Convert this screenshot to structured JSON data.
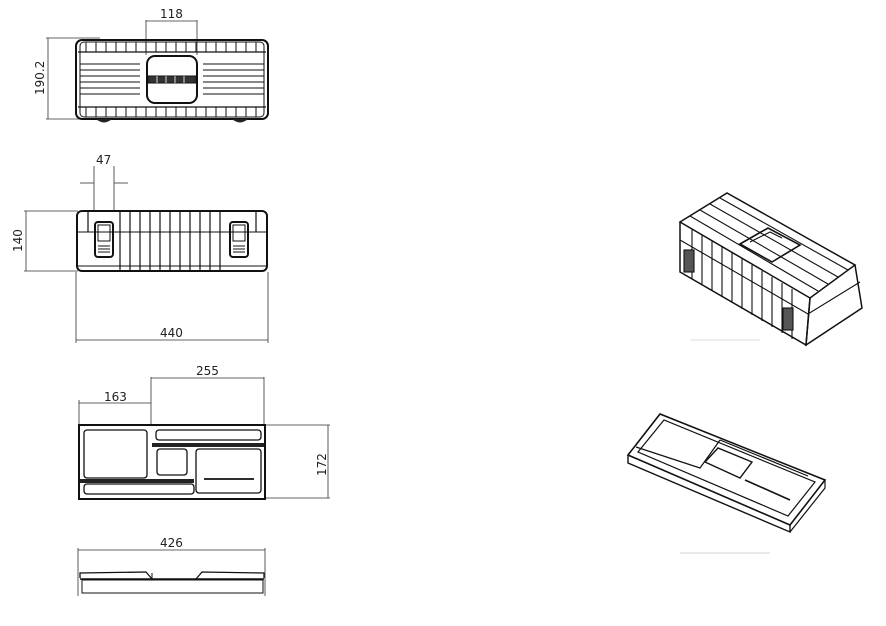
{
  "drawing": {
    "type": "technical drawing - toolbox with tray",
    "line_color": "#111111",
    "background": "#ffffff"
  },
  "views": {
    "top_view": {
      "dimensions": {
        "handle_width": "118",
        "depth": "190.2"
      }
    },
    "front_view": {
      "dimensions": {
        "latch_width": "47",
        "height": "140",
        "length": "440"
      }
    },
    "tray_top_view": {
      "dimensions": {
        "left_compartment": "163",
        "right_section": "255",
        "tray_depth": "172"
      }
    },
    "tray_side_view": {
      "dimensions": {
        "tray_length": "426"
      }
    },
    "isometric_box": {
      "label": "toolbox isometric view"
    },
    "isometric_tray": {
      "label": "tray isometric view"
    }
  }
}
